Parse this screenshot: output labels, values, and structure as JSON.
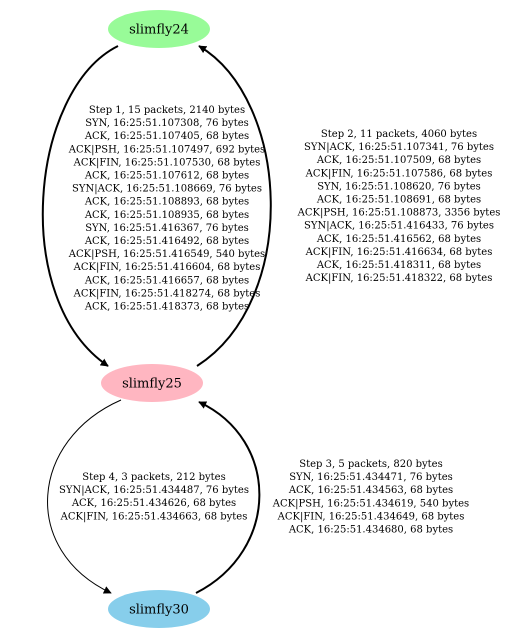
{
  "colors": {
    "node_slimfly24": "#98fb98",
    "node_slimfly25": "#ffb6c1",
    "node_slimfly30": "#87ceeb",
    "edge": "#000000"
  },
  "nodes": {
    "slimfly24": {
      "label": "slimfly24"
    },
    "slimfly25": {
      "label": "slimfly25"
    },
    "slimfly30": {
      "label": "slimfly30"
    }
  },
  "edges": [
    {
      "from": "slimfly24",
      "to": "slimfly25",
      "lines": [
        "Step 1, 15 packets, 2140 bytes",
        "SYN, 16:25:51.107308, 76 bytes",
        "ACK, 16:25:51.107405, 68 bytes",
        "ACK|PSH, 16:25:51.107497, 692 bytes",
        "ACK|FIN, 16:25:51.107530, 68 bytes",
        "ACK, 16:25:51.107612, 68 bytes",
        "SYN|ACK, 16:25:51.108669, 76 bytes",
        "ACK, 16:25:51.108893, 68 bytes",
        "ACK, 16:25:51.108935, 68 bytes",
        "SYN, 16:25:51.416367, 76 bytes",
        "ACK, 16:25:51.416492, 68 bytes",
        "ACK|PSH, 16:25:51.416549, 540 bytes",
        "ACK|FIN, 16:25:51.416604, 68 bytes",
        "ACK, 16:25:51.416657, 68 bytes",
        "ACK|FIN, 16:25:51.418274, 68 bytes",
        "ACK, 16:25:51.418373, 68 bytes"
      ]
    },
    {
      "from": "slimfly25",
      "to": "slimfly24",
      "lines": [
        "Step 2, 11 packets, 4060 bytes",
        "SYN|ACK, 16:25:51.107341, 76 bytes",
        "ACK, 16:25:51.107509, 68 bytes",
        "ACK|FIN, 16:25:51.107586, 68 bytes",
        "SYN, 16:25:51.108620, 76 bytes",
        "ACK, 16:25:51.108691, 68 bytes",
        "ACK|PSH, 16:25:51.108873, 3356 bytes",
        "SYN|ACK, 16:25:51.416433, 76 bytes",
        "ACK, 16:25:51.416562, 68 bytes",
        "ACK|FIN, 16:25:51.416634, 68 bytes",
        "ACK, 16:25:51.418311, 68 bytes",
        "ACK|FIN, 16:25:51.418322, 68 bytes"
      ]
    },
    {
      "from": "slimfly30",
      "to": "slimfly25",
      "lines": [
        "Step 3, 5 packets, 820 bytes",
        "SYN, 16:25:51.434471, 76 bytes",
        "ACK, 16:25:51.434563, 68 bytes",
        "ACK|PSH, 16:25:51.434619, 540 bytes",
        "ACK|FIN, 16:25:51.434649, 68 bytes",
        "ACK, 16:25:51.434680, 68 bytes"
      ]
    },
    {
      "from": "slimfly25",
      "to": "slimfly30",
      "lines": [
        "Step 4, 3 packets, 212 bytes",
        "SYN|ACK, 16:25:51.434487, 76 bytes",
        "ACK, 16:25:51.434626, 68 bytes",
        "ACK|FIN, 16:25:51.434663, 68 bytes"
      ]
    }
  ]
}
